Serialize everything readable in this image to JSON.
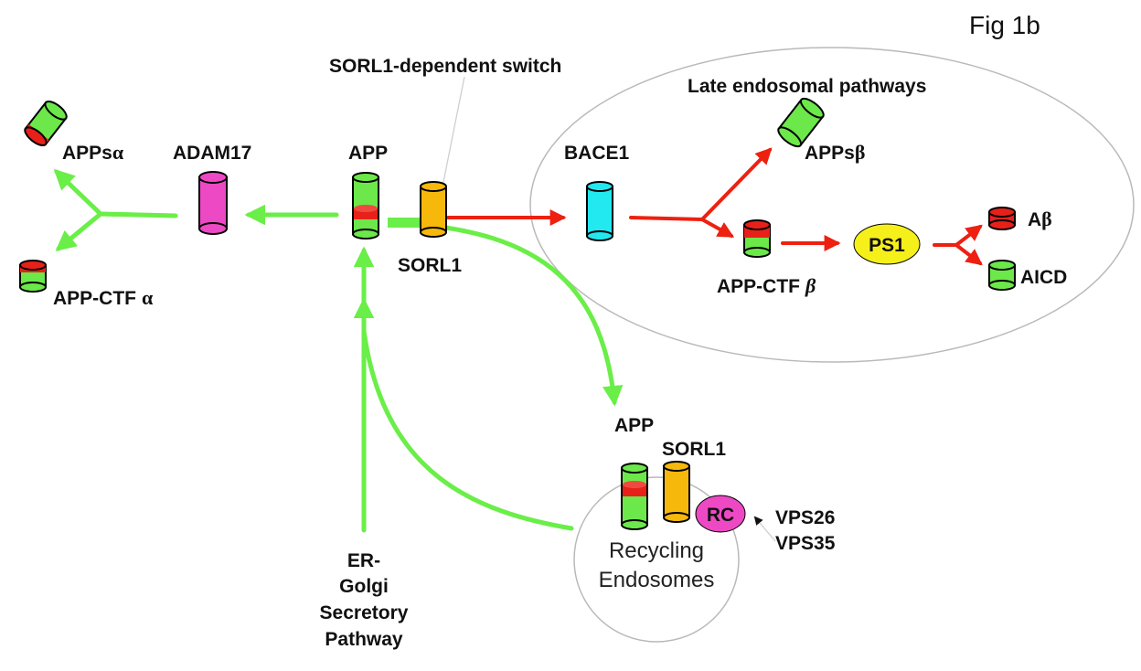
{
  "figure": {
    "label": "Fig 1b"
  },
  "regions": {
    "late_endosomal": "Late endosomal pathways",
    "recycling": [
      "Recycling",
      "Endosomes"
    ]
  },
  "annotations": {
    "switch": "SORL1-dependent switch"
  },
  "nodes": {
    "apps_alpha": {
      "name": "APPs",
      "symbol": "α"
    },
    "adam17": "ADAM17",
    "app_main": "APP",
    "sorl1_main": "SORL1",
    "app_ctf_alpha": {
      "name": "APP-CTF",
      "symbol": "α"
    },
    "bace1": "BACE1",
    "apps_beta": {
      "name": "APPs",
      "symbol": "β"
    },
    "app_ctf_beta": {
      "name": "APP-CTF",
      "symbol": "β"
    },
    "ps1": "PS1",
    "abeta": {
      "name": "A",
      "symbol": "β"
    },
    "aicd": "AICD",
    "app_recycling": "APP",
    "sorl1_recycling": "SORL1",
    "rc": "RC",
    "vps26": "VPS26",
    "vps35": "VPS35",
    "er_golgi": [
      "ER-",
      "Golgi",
      "Secretory",
      "Pathway"
    ]
  },
  "colors": {
    "green_path": "#6aee48",
    "red_path": "#ee2010",
    "app_green": "#6ce84a",
    "app_red": "#e8201a",
    "adam17": "#ee49c4",
    "sorl1": "#f7b80c",
    "bace1": "#22e8f0",
    "ps1": "#f6f01a",
    "rc": "#ee49c4",
    "region_border": "#b9b9b9"
  }
}
